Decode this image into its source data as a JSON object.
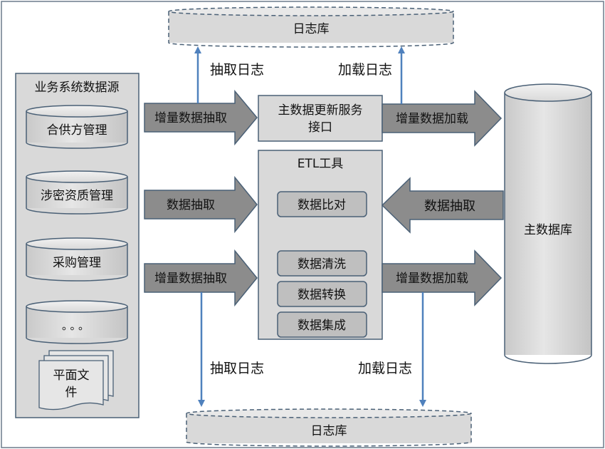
{
  "log_db_top": "日志库",
  "log_db_bottom": "日志库",
  "source_panel": {
    "title": "业务系统数据源",
    "items": [
      "合供方管理",
      "涉密资质管理",
      "采购管理",
      "。。。"
    ],
    "flat_file_line1": "平面文",
    "flat_file_line2": "件"
  },
  "update_service": {
    "line1": "主数据更新服务",
    "line2": "接口"
  },
  "etl": {
    "title": "ETL工具",
    "steps": [
      "数据比对",
      "数据清洗",
      "数据转换",
      "数据集成"
    ]
  },
  "master_db": "主数据库",
  "arrows": {
    "incr_extract_top": "增量数据抽取",
    "extract_mid": "数据抽取",
    "incr_extract_bottom": "增量数据抽取",
    "incr_load_top": "增量数据加载",
    "extract_from_master": "数据抽取",
    "incr_load_bottom": "增量数据加载"
  },
  "log_labels": {
    "extract_log_top": "抽取日志",
    "load_log_top": "加载日志",
    "extract_log_bottom": "抽取日志",
    "load_log_bottom": "加载日志"
  },
  "colors": {
    "panel_fill": "#d9d9d9",
    "stroke": "#4a6076",
    "arrow_fill": "#8c8c8c",
    "log_arrow": "#4f81bd"
  }
}
